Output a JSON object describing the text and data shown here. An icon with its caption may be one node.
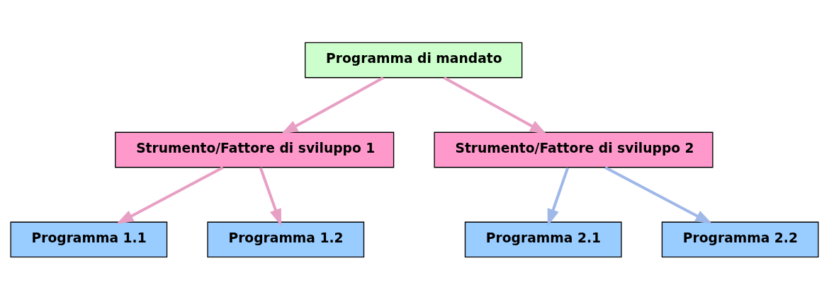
{
  "diagram": {
    "nodes": [
      {
        "text": [
          "Programma di mandato"
        ]
      },
      {
        "text": [
          "Strumento/Fattore di sviluppo 1"
        ]
      },
      {
        "text": [
          "Strumento/Fattore di sviluppo 2"
        ]
      },
      {
        "text": [
          "Programma 1.1"
        ]
      },
      {
        "text": [
          "Programma 1.2"
        ]
      },
      {
        "text": [
          "Programma 2.1"
        ]
      },
      {
        "text": [
          "Programma 2.2"
        ]
      }
    ],
    "edges": [
      {
        "from": 0,
        "to": 1,
        "arrow": "to"
      },
      {
        "from": 0,
        "to": 2,
        "arrow": "to"
      },
      {
        "from": 1,
        "to": 3,
        "arrow": "to"
      },
      {
        "from": 1,
        "to": 4,
        "arrow": "to"
      },
      {
        "from": 2,
        "to": 5,
        "arrow": "to"
      },
      {
        "from": 2,
        "to": 6,
        "arrow": "to"
      }
    ]
  }
}
